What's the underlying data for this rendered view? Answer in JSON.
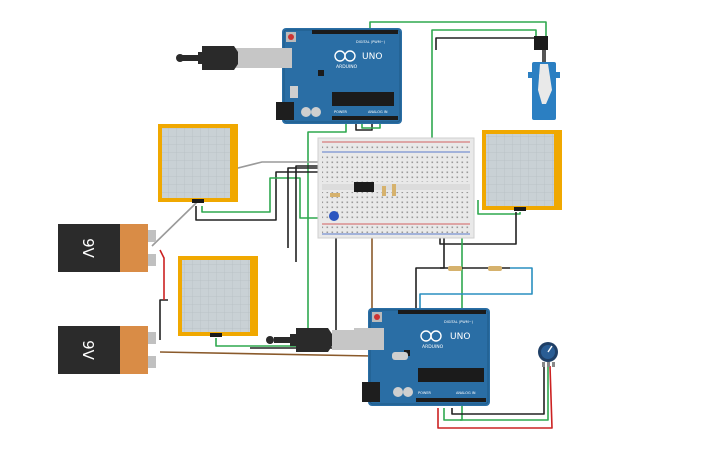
{
  "boards": {
    "top": {
      "brand": "ARDUINO",
      "model": "UNO",
      "digital_label": "DIGITAL (PWM~)",
      "power_label": "POWER",
      "analog_label": "ANALOG IN"
    },
    "bottom": {
      "brand": "ARDUINO",
      "model": "UNO",
      "digital_label": "DIGITAL (PWM~)",
      "power_label": "POWER",
      "analog_label": "ANALOG IN"
    }
  },
  "batteries": [
    {
      "label": "9V"
    },
    {
      "label": "9V"
    }
  ],
  "colors": {
    "board": "#2a6ea5",
    "board_dark": "#1f5a88",
    "panel_frame": "#f0a800",
    "panel_screen": "#c9d1d5",
    "breadboard": "#e9e9e9",
    "battery_dark": "#2b2b2b",
    "battery_copper": "#d98c46",
    "wire_green": "#2fa84f",
    "wire_black": "#222222",
    "wire_red": "#cc2222",
    "wire_blue": "#2a8fc0",
    "wire_brown": "#8a5a2b",
    "wire_gray": "#9a9a9a",
    "servo": "#2b7fc2"
  }
}
